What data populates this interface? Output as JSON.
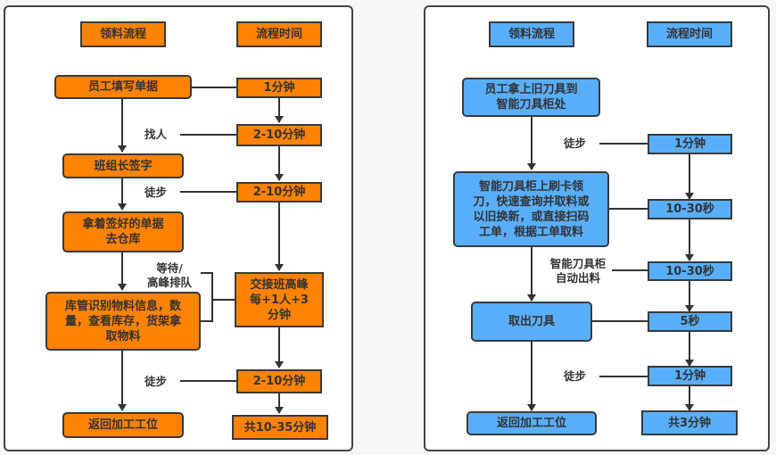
{
  "left_flow": {
    "theme_color": "#ff8200",
    "header_process": "领料流程",
    "header_time": "流程时间",
    "steps": [
      "员工填写单据",
      "班组长签字",
      "拿着签好的单据去仓库",
      "库管识别物料信息，数量，查看库存，货架拿取物料",
      "返回加工工位"
    ],
    "step3_lines": [
      "拿着签好的单据",
      "去仓库"
    ],
    "step4_lines": [
      "库管识别物料信息，数",
      "量，查看库存，货架拿",
      "取物料"
    ],
    "times": [
      "1分钟",
      "2-10分钟",
      "2-10分钟",
      "交接班高峰每+1人+3分钟",
      "2-10分钟"
    ],
    "time4_lines": [
      "交接班高峰",
      "每+1人+3",
      "分钟"
    ],
    "total": "共10-35分钟",
    "connector_labels": [
      "找人",
      "徒步",
      "等待/",
      "高峰排队",
      "徒步"
    ]
  },
  "right_flow": {
    "theme_color": "#59aefc",
    "header_process": "领料流程",
    "header_time": "流程时间",
    "step1_lines": [
      "员工拿上旧刀具到",
      "智能刀具柜处"
    ],
    "step2_lines": [
      "智能刀具柜上刷卡领",
      "刀，快速查询并取料或",
      "以旧换新，或直接扫码",
      "工单，根据工单取料"
    ],
    "step3": "取出刀具",
    "step4": "返回加工工位",
    "times": [
      "1分钟",
      "10-30秒",
      "10-30秒",
      "5秒",
      "1分钟"
    ],
    "total": "共3分钟",
    "connector_labels": [
      "徒步",
      "智能刀具柜",
      "自动出料",
      "徒步"
    ]
  }
}
